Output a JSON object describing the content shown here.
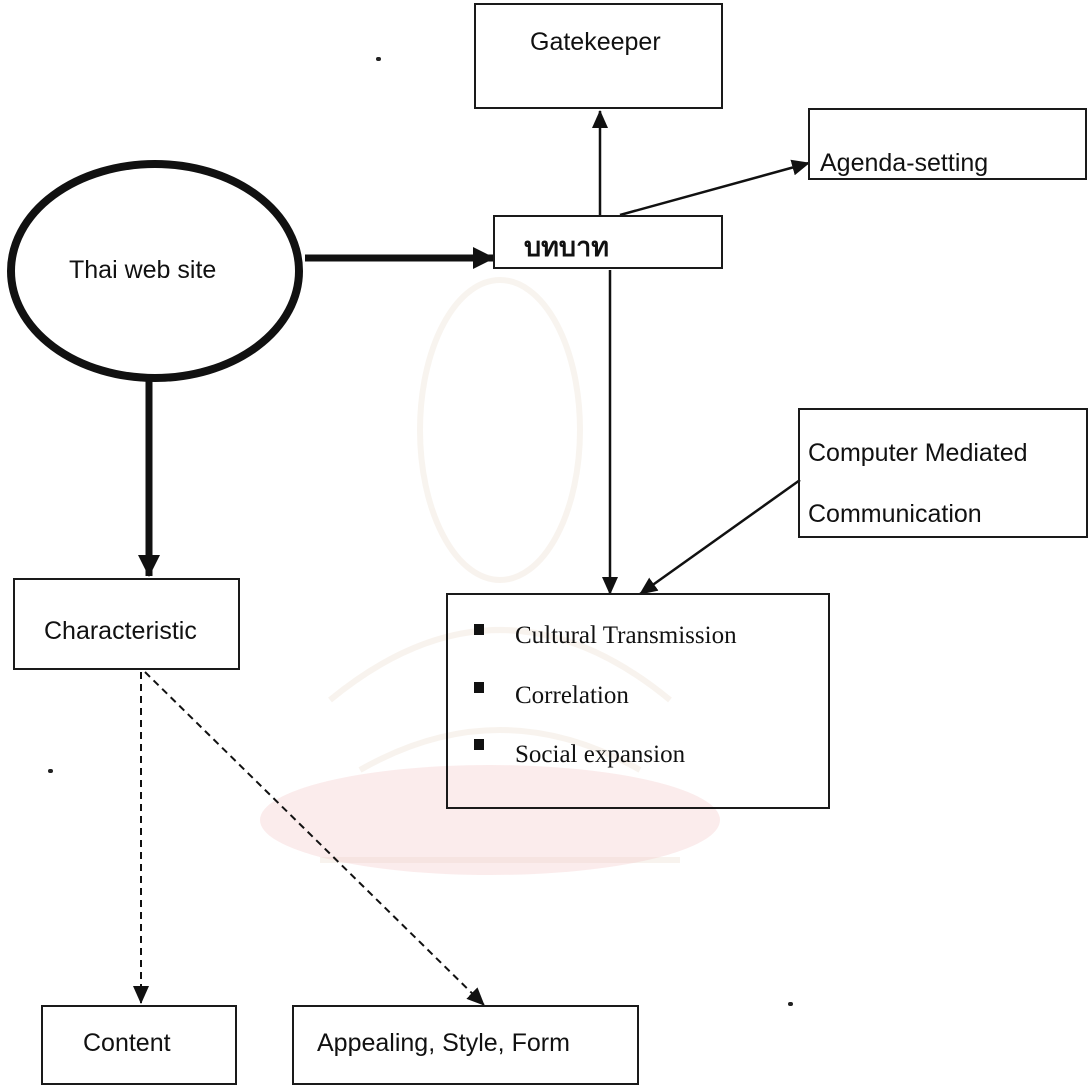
{
  "nodes": {
    "gatekeeper": "Gatekeeper",
    "agenda_setting": "Agenda-setting",
    "thai_web_site": "Thai web site",
    "role": "บทบาท",
    "cmc_line1": "Computer Mediated",
    "cmc_line2": "Communication",
    "characteristic": "Characteristic",
    "functions": [
      "Cultural Transmission",
      "Correlation",
      "Social expansion"
    ],
    "content": "Content",
    "appealing": "Appealing, Style, Form"
  }
}
